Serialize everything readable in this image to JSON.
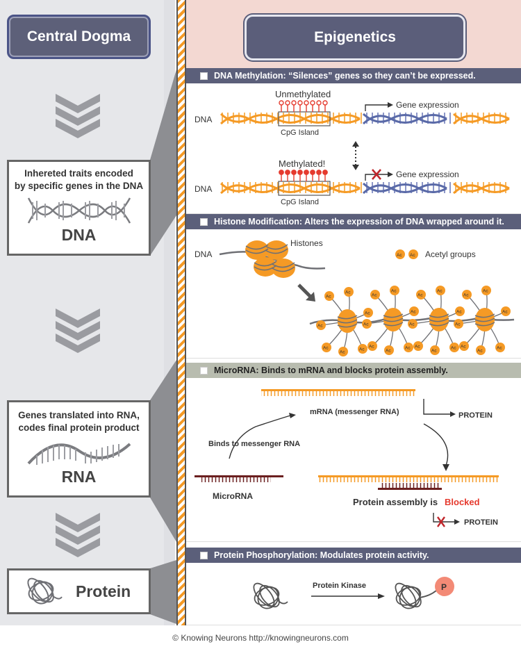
{
  "left": {
    "title": "Central Dogma",
    "dna_box": {
      "text_line1": "Inhereted traits encoded",
      "text_line2": "by specific genes in the DNA",
      "label": "DNA"
    },
    "rna_box": {
      "text_line1": "Genes translated into RNA,",
      "text_line2": "codes final protein product",
      "label": "RNA"
    },
    "protein_box": {
      "label": "Protein"
    }
  },
  "right": {
    "title": "Epigenetics",
    "methylation": {
      "header": "DNA Methylation: “Silences” genes so they can’t be expressed.",
      "unmethylated": "Unmethylated",
      "methylated": "Methylated!",
      "dna": "DNA",
      "cpg": "CpG Island",
      "gene_expression": "Gene expression"
    },
    "histone": {
      "header": "Histone Modification: Alters the expression of DNA wrapped around it.",
      "dna": "DNA",
      "histones": "Histones",
      "acetyl": "Acetyl groups",
      "ac": "Ac"
    },
    "microrna": {
      "header": "MicroRNA: Binds to mRNA and blocks protein assembly.",
      "mrna": "mRNA (messenger RNA)",
      "protein": "PROTEIN",
      "binds": "Binds to messenger RNA",
      "microrna_label": "MicroRNA",
      "assembly": "Protein assembly is",
      "blocked": "Blocked"
    },
    "phosphorylation": {
      "header": "Protein Phosphorylation: Modulates protein activity.",
      "kinase": "Protein Kinase",
      "p": "P"
    }
  },
  "footer": "© Knowing Neurons http://knowingneurons.com",
  "colors": {
    "orange": "#f59a25",
    "navy": "#5b5f7a",
    "blue_dna": "#5a6aa8",
    "red": "#e53a2e",
    "dark_red": "#6b1f1f"
  }
}
